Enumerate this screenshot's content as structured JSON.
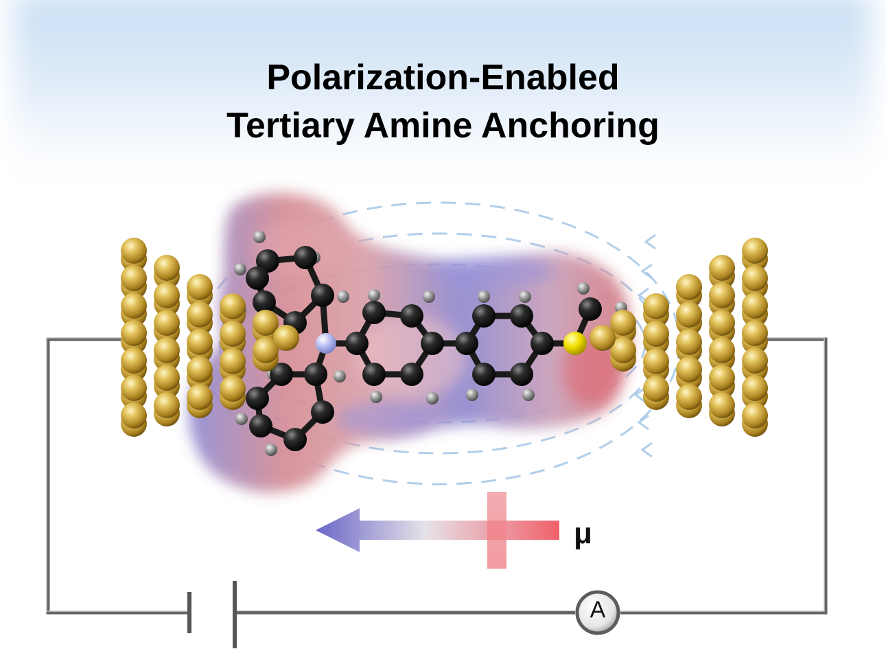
{
  "title": {
    "line1": "Polarization-Enabled",
    "line2": "Tertiary Amine Anchoring"
  },
  "dipole": {
    "symbol": "μ",
    "positive_color": "#e8575f",
    "negative_color": "#6a66c8"
  },
  "ammeter": {
    "label": "A"
  },
  "colors": {
    "gold": "#c9a43e",
    "carbon": "#222222",
    "hydrogen": "#9a9a9a",
    "nitrogen": "#b9bff2",
    "sulfur": "#f2e000",
    "field_lines": "#a9c9e8",
    "wire": "#555555",
    "sky": "#cfe2f6"
  }
}
